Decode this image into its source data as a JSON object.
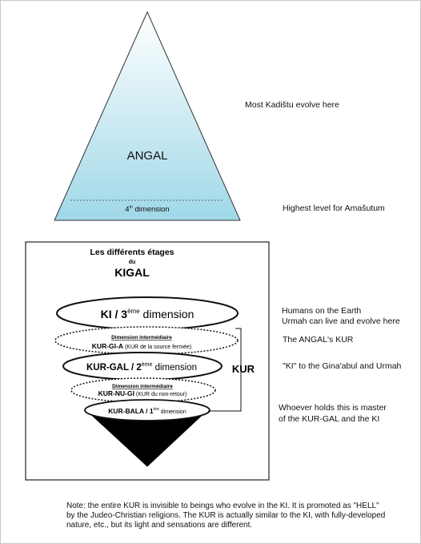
{
  "pyramid": {
    "label": "ANGAL",
    "level_label": "4th dimension",
    "level_base": "4",
    "level_sup": "th",
    "level_rest": " dimension",
    "colors": {
      "top": "#ffffff",
      "bottom": "#9fd8e8"
    }
  },
  "right_notes": {
    "kadistu": "Most Kadištu evolve here",
    "amasutum": "Highest level for Amašutum",
    "humans_line1": "Humans on the Earth",
    "humans_line2": "Urmah can live and evolve here",
    "angal_kur": "The ANGAL's KUR",
    "ki_gina": "\"KI\" to the Gina'abul and Urmah",
    "master_line1": "Whoever holds this is master",
    "master_line2": "of the KUR-GAL and the KI"
  },
  "kigal": {
    "title_line1": "Les différents étages",
    "title_line2": "du",
    "title_line3": "KIGAL",
    "ki": {
      "name": "KI / 3",
      "sup": "ème",
      "rest": " dimension"
    },
    "inter1": {
      "heading": "Dimension intermédiaire",
      "name": "KUR-GI-A",
      "paren": " (KUR de la source fermée)"
    },
    "kurgal": {
      "name": "KUR-GAL / 2",
      "sup": "ème",
      "rest": " dimension"
    },
    "inter2": {
      "heading": "Dimension intermédiaire",
      "name": "KUR-NU-GI",
      "paren": " (KUR du non-retour)"
    },
    "kurbala": {
      "name": "KUR-BALA / 1",
      "sup": "ère",
      "rest": " dimension"
    },
    "bracket_label": "KUR"
  },
  "footnote": "Note: the entire KUR is invisible to beings who evolve in the KI. It is promoted as \"HELL\" by the Judeo-Christian religions. The KUR is actually similar to the KI, with fully-developed nature, etc., but its light and sensations are different."
}
